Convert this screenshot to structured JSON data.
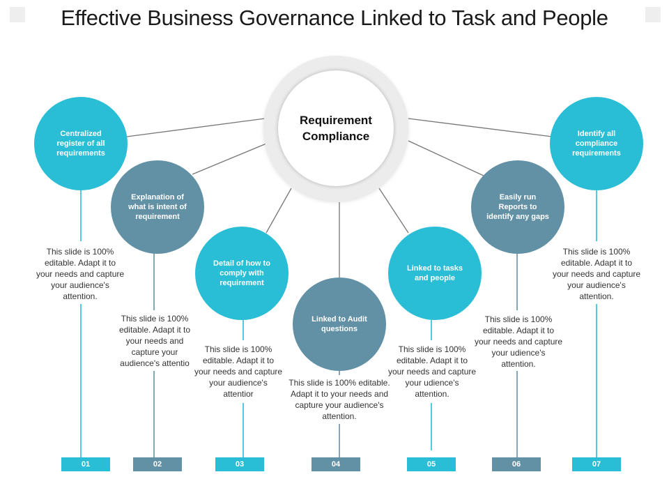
{
  "title": "Effective Business Governance Linked to Task and People",
  "center": {
    "label": "Requirement Compliance"
  },
  "colors": {
    "cyan": "#29bdd6",
    "slate": "#6291a6",
    "line": "#777777",
    "hub_ring": "#ececec"
  },
  "items": [
    {
      "number": "01",
      "label": "Centralized register of all requirements",
      "desc": "This slide is 100% editable. Adapt it to your needs and capture your audience's attention.",
      "color": "cyan"
    },
    {
      "number": "02",
      "label": "Explanation of what is intent of requirement",
      "desc": "This slide is 100% editable. Adapt it to your needs and capture your audience's attentio",
      "color": "slate"
    },
    {
      "number": "03",
      "label": "Detail of how to comply with requirement",
      "desc": "This slide is 100% editable. Adapt it to your needs and capture your audience's attentior",
      "color": "cyan"
    },
    {
      "number": "04",
      "label": "Linked to Audit questions",
      "desc": "This slide is 100% editable. Adapt it to your needs and capture your audience's attention.",
      "color": "slate"
    },
    {
      "number": "05",
      "label": "Linked to tasks and people",
      "desc": "This slide is 100% editable. Adapt it to your needs and capture your udience's attention.",
      "color": "cyan"
    },
    {
      "number": "06",
      "label": "Easily run Reports to identify any gaps",
      "desc": "This slide is 100% editable. Adapt it to your needs and capture your udience's attention.",
      "color": "slate"
    },
    {
      "number": "07",
      "label": "Identify all compliance requirements",
      "desc": "This slide is 100% editable. Adapt it to your needs and capture your audience's attention.",
      "color": "cyan"
    }
  ]
}
